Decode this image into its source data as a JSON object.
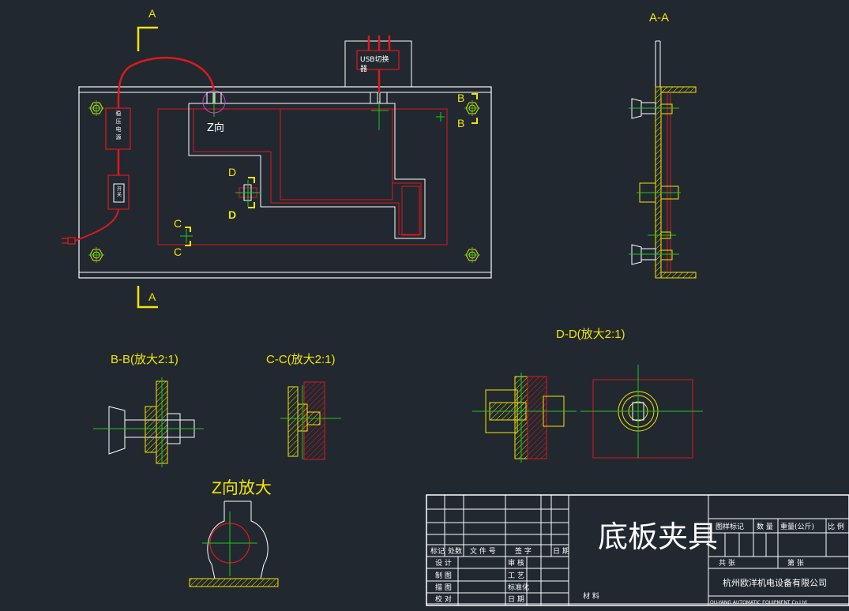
{
  "labels": {
    "section_a_top": "A",
    "section_a_bottom": "A",
    "section_b_1": "B",
    "section_b_2": "B",
    "section_c_1": "C",
    "section_c_2": "C",
    "section_d_1": "D",
    "section_d_2": "D",
    "z_view": "Z向",
    "usb_switch_line1": "USB切换",
    "usb_switch_line2": "器",
    "psu_text": "稳压电源",
    "switch_text": "开关"
  },
  "views": {
    "aa_title": "A-A",
    "bb_title": "B-B(放大2:1)",
    "cc_title": "C-C(放大2:1)",
    "dd_title": "D-D(放大2:1)",
    "z_title": "Z向放大"
  },
  "title_block": {
    "drawing_name": "底板夹具",
    "company_cn": "杭州欧洋机电设备有限公司",
    "company_en": "OU-YANG AUTOMATIC EQUIPMENT Co.Ltd",
    "header_cells": [
      "标记",
      "处数",
      "文 件 号",
      "签 字",
      "日 期"
    ],
    "left_rows": [
      "设 计",
      "制 图",
      "描 图",
      "校 对"
    ],
    "mid_rows": [
      "审 核",
      "工 艺",
      "标准化",
      "日 期"
    ],
    "material": "材 料",
    "right_header": [
      "图样标记",
      "数 量",
      "重量(公斤)",
      "比 例"
    ],
    "right_row2": [
      "共   张",
      "第   张"
    ]
  },
  "colors": {
    "background": "#212830",
    "outline": "#ffffff",
    "red": "#e01818",
    "yellow": "#f2e600",
    "green": "#1ec81e",
    "magenta": "#d040d0"
  }
}
